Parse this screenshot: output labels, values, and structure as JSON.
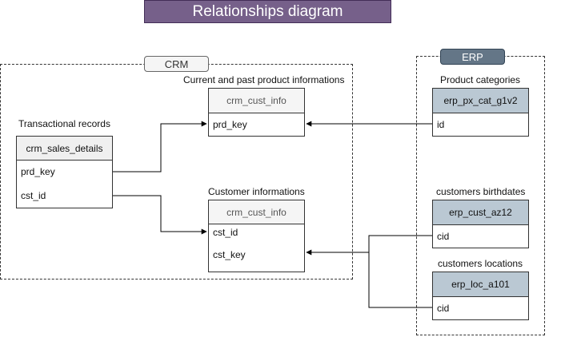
{
  "title": "Relationships diagram",
  "groups": {
    "crm": {
      "label": "CRM"
    },
    "erp": {
      "label": "ERP"
    }
  },
  "captions": {
    "transactional": "Transactional records",
    "product_info": "Current and past product informations",
    "customer_info": "Customer informations",
    "product_categories": "Product categories",
    "birthdates": "customers birthdates",
    "locations": "customers locations"
  },
  "tables": {
    "sales_details": {
      "name": "crm_sales_details",
      "fields": [
        "prd_key",
        "cst_id"
      ]
    },
    "prd_info": {
      "name": "crm_cust_info",
      "fields": [
        "prd_key"
      ]
    },
    "cust_info": {
      "name": "crm_cust_info",
      "fields": [
        "cst_id",
        "cst_key"
      ]
    },
    "px_cat": {
      "name": "erp_px_cat_g1v2",
      "fields": [
        "id"
      ]
    },
    "cust_az12": {
      "name": "erp_cust_az12",
      "fields": [
        "cid"
      ]
    },
    "loc_a101": {
      "name": "erp_loc_a101",
      "fields": [
        "cid"
      ]
    }
  },
  "colors": {
    "title_bg": "#76608a",
    "erp_tag_bg": "#647687",
    "erp_header_bg": "#bac8d3",
    "crm_header_bg": "#f5f5f5"
  }
}
